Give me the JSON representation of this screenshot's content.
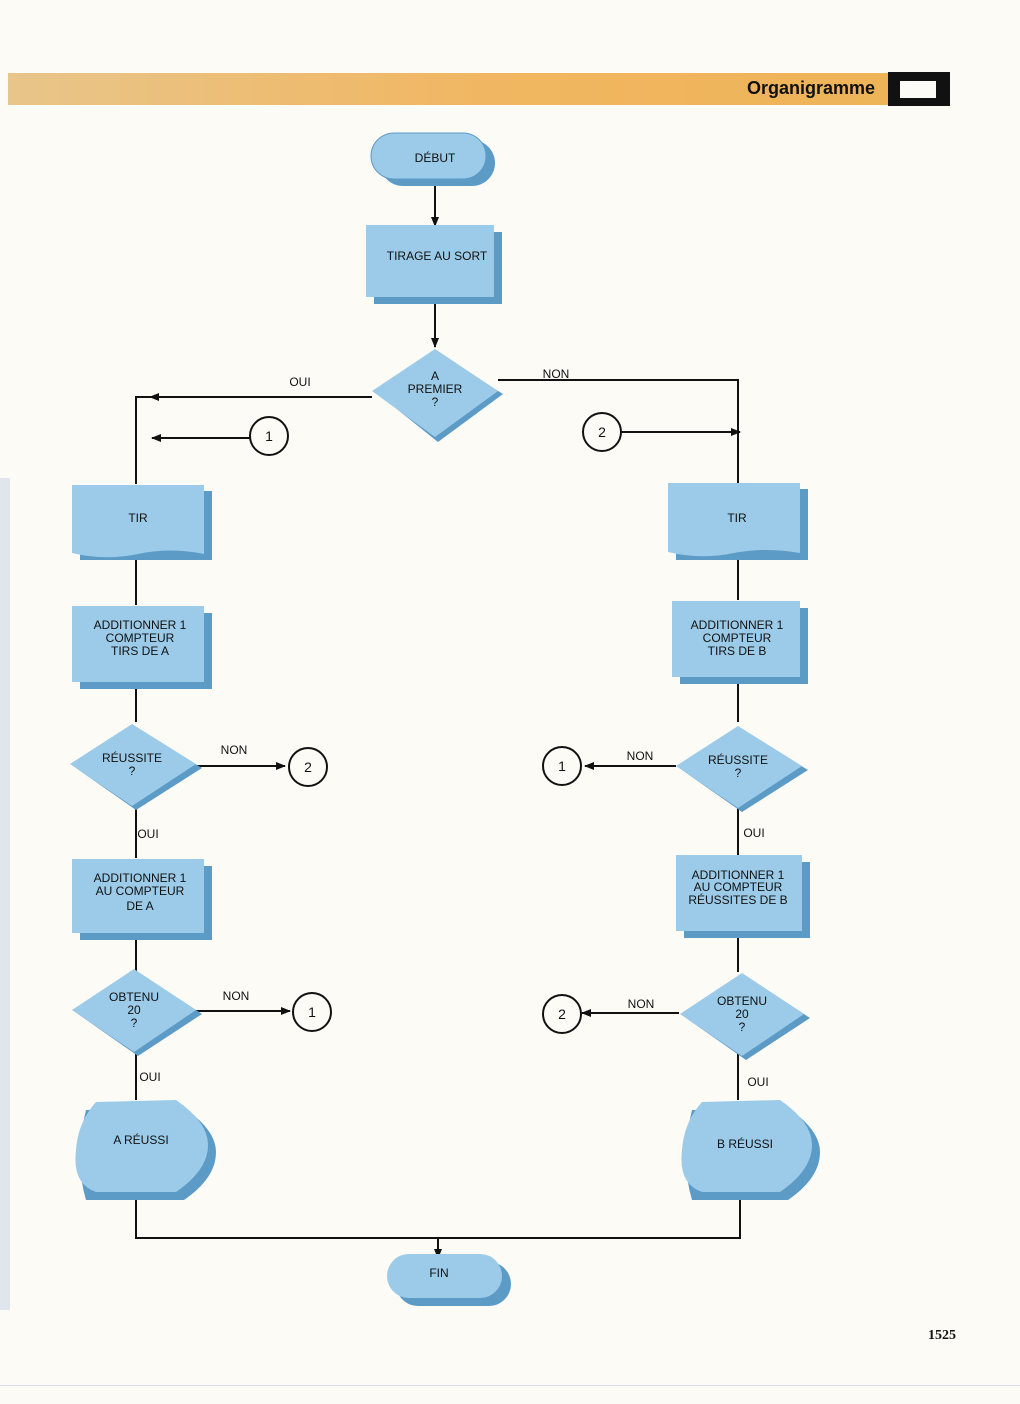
{
  "header": {
    "title": "Organigramme"
  },
  "page_number": "1525",
  "colors": {
    "box_fill": "#9bcbe8",
    "box_shadow": "#5d9bc7",
    "header_bar": "#efb85e",
    "line": "#111111"
  },
  "flowchart": {
    "start": "DÉBUT",
    "draw": "TIRAGE AU SORT",
    "first_decision": [
      "A",
      "PREMIER",
      "?"
    ],
    "shoot_a": "TIR",
    "shoot_b": "TIR",
    "count_shots_a": [
      "ADDITIONNER 1",
      "COMPTEUR",
      "TIRS DE A"
    ],
    "count_shots_b": [
      "ADDITIONNER 1",
      "COMPTEUR",
      "TIRS DE B"
    ],
    "success_a": [
      "RÉUSSITE",
      "?"
    ],
    "success_b": [
      "RÉUSSITE",
      "?"
    ],
    "count_success_a": [
      "ADDITIONNER 1",
      "AU COMPTEUR",
      "DE A"
    ],
    "count_success_b": [
      "ADDITIONNER 1",
      "AU COMPTEUR",
      "RÉUSSITES DE B"
    ],
    "got20_a": [
      "OBTENU",
      "20",
      "?"
    ],
    "got20_b": [
      "OBTENU",
      "20",
      "?"
    ],
    "a_wins": "A RÉUSSI",
    "b_wins": "B RÉUSSI",
    "end": "FIN",
    "yes": "OUI",
    "no": "NON",
    "connector_1": "1",
    "connector_2": "2"
  }
}
